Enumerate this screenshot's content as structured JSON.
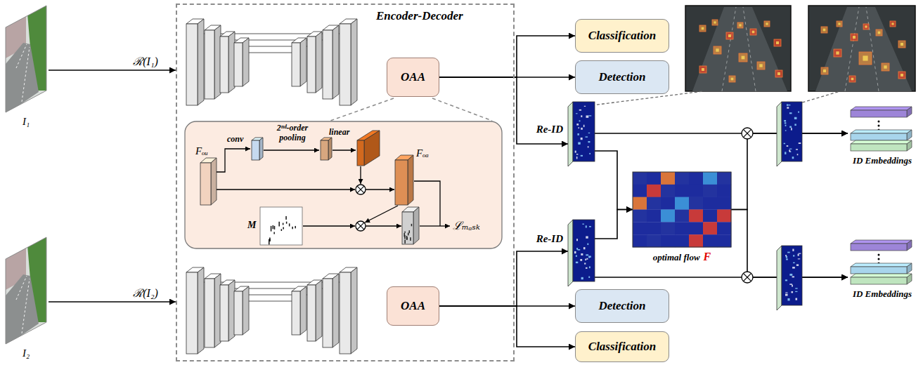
{
  "diagram": {
    "nodes": [
      {
        "text": [
          "I₁"
        ]
      },
      {
        "text": [
          "I₂"
        ]
      },
      {
        "text": [
          "Encoder-Decoder"
        ]
      },
      {
        "text": [
          "OAA"
        ],
        "in": 2
      },
      {
        "text": [
          "Fₒᵤ",
          "conv",
          "2ⁿᵈ-order pooling",
          "linear",
          "Fₒₐ",
          "M",
          "ℒₘₐₛₖ"
        ],
        "in": 2
      },
      {
        "text": [
          "OAA"
        ],
        "in": 2
      },
      {
        "text": [
          "Classification"
        ]
      },
      {
        "text": [
          "Detection"
        ]
      },
      {
        "text": [
          "Re-ID"
        ]
      },
      {
        "text": [
          "optimal flow",
          "F"
        ]
      },
      {
        "text": [
          "Re-ID"
        ]
      },
      {
        "text": [
          "Detection"
        ]
      },
      {
        "text": [
          "Classification"
        ]
      },
      {
        "text": [
          "ID Embeddings"
        ]
      },
      {
        "text": [
          "ID Embeddings"
        ]
      }
    ],
    "edges": [
      {
        "from": 0,
        "to": 2,
        "arrow": "to",
        "label": "ℛ(I₁)"
      },
      {
        "from": 1,
        "to": 2,
        "arrow": "to",
        "label": "ℛ(I₂)"
      },
      {
        "from": 3,
        "to": 6,
        "arrow": "to"
      },
      {
        "from": 3,
        "to": 7,
        "arrow": "to"
      },
      {
        "from": 3,
        "to": 8,
        "arrow": "to"
      },
      {
        "from": 5,
        "to": 10,
        "arrow": "to"
      },
      {
        "from": 5,
        "to": 11,
        "arrow": "to"
      },
      {
        "from": 5,
        "to": 12,
        "arrow": "to"
      },
      {
        "from": 8,
        "to": 9,
        "arrow": "to"
      },
      {
        "from": 10,
        "to": 9,
        "arrow": "to"
      },
      {
        "from": 8,
        "to": 13,
        "arrow": "to"
      },
      {
        "from": 9,
        "to": 13,
        "arrow": "to"
      },
      {
        "from": 10,
        "to": 14,
        "arrow": "to"
      },
      {
        "from": 9,
        "to": 14,
        "arrow": "to"
      }
    ]
  }
}
